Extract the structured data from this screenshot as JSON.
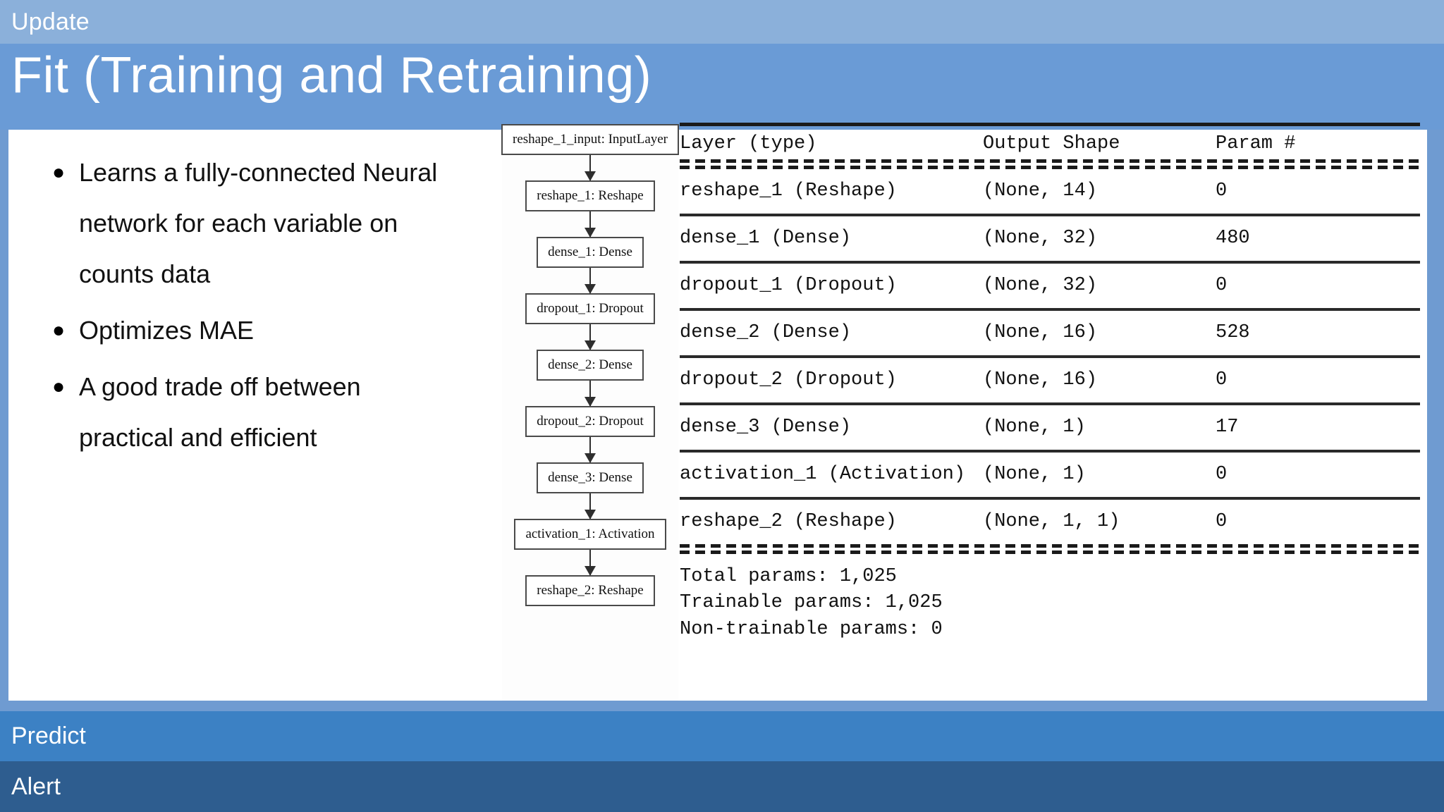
{
  "topbar": {
    "label": "Update"
  },
  "title": "Fit (Training and Retraining)",
  "bullets": [
    {
      "marker": "●",
      "text": "Learns a fully-connected Neural network for each variable on counts data"
    },
    {
      "marker": "●",
      "text": "Optimizes MAE"
    },
    {
      "marker": "●",
      "text": "A good trade off between practical and efficient"
    }
  ],
  "flowchart": {
    "nodes": [
      {
        "label": "reshape_1_input: InputLayer"
      },
      {
        "label": "reshape_1: Reshape"
      },
      {
        "label": "dense_1: Dense"
      },
      {
        "label": "dropout_1: Dropout"
      },
      {
        "label": "dense_2: Dense"
      },
      {
        "label": "dropout_2: Dropout"
      },
      {
        "label": "dense_3: Dense"
      },
      {
        "label": "activation_1: Activation"
      },
      {
        "label": "reshape_2: Reshape"
      }
    ]
  },
  "summary": {
    "headers": {
      "layer": "Layer (type)",
      "output": "Output Shape",
      "param": "Param #"
    },
    "rows": [
      {
        "layer": "reshape_1 (Reshape)",
        "output": "(None, 14)",
        "param": "0"
      },
      {
        "layer": "dense_1 (Dense)",
        "output": "(None, 32)",
        "param": "480"
      },
      {
        "layer": "dropout_1 (Dropout)",
        "output": "(None, 32)",
        "param": "0"
      },
      {
        "layer": "dense_2 (Dense)",
        "output": "(None, 16)",
        "param": "528"
      },
      {
        "layer": "dropout_2 (Dropout)",
        "output": "(None, 16)",
        "param": "0"
      },
      {
        "layer": "dense_3 (Dense)",
        "output": "(None, 1)",
        "param": "17"
      },
      {
        "layer": "activation_1 (Activation)",
        "output": "(None, 1)",
        "param": "0"
      },
      {
        "layer": "reshape_2 (Reshape)",
        "output": "(None, 1, 1)",
        "param": "0"
      }
    ],
    "totals": [
      "Total params: 1,025",
      "Trainable params: 1,025",
      "Non-trainable params: 0"
    ]
  },
  "bottom_bars": [
    {
      "label": "Predict"
    },
    {
      "label": "Alert"
    }
  ],
  "colors": {
    "topbar": "#8bb0da",
    "title_band": "#6a9bd6",
    "slide_bg": "#6f9bd1",
    "predict_bar": "#3c81c4",
    "alert_bar": "#2e5d8f",
    "card": "#ffffff"
  }
}
